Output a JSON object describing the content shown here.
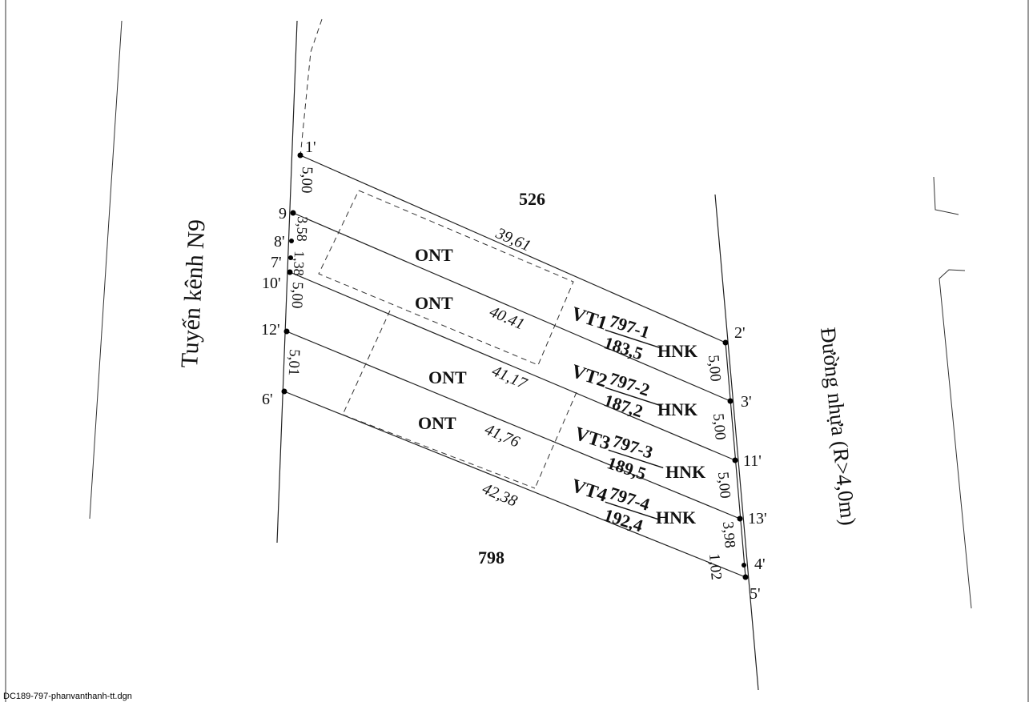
{
  "filename": "DC189-797-phanvanthanh-tt.dgn",
  "roads": {
    "left": "Tuyến kênh N9",
    "right": "Đường nhựa (R>4,0m)"
  },
  "neighbors": {
    "north": "526",
    "south": "798"
  },
  "points": {
    "p1": "1'",
    "p9": "9",
    "p8": "8'",
    "p7": "7'",
    "p10": "10'",
    "p12": "12'",
    "p6": "6'",
    "p2": "2'",
    "p3": "3'",
    "p11": "11'",
    "p13": "13'",
    "p4": "4'",
    "p5": "5'"
  },
  "dimensions": {
    "d_1_9": "5,00",
    "d_9_8": "3,58",
    "d_7_10": "1,38",
    "d_10_12": "5,00",
    "d_12_6": "5,01",
    "d_2_3": "5,00",
    "d_3_11": "5,00",
    "d_11_13": "5,00",
    "d_13_4": "3,98",
    "d_4_5": "1,02",
    "len_1": "39,61",
    "len_2": "40.41",
    "len_3": "41,17",
    "len_4": "41,76",
    "len_5": "42,38"
  },
  "lots": [
    {
      "vt": "VT1",
      "code": "797-1",
      "area": "183,5",
      "land_use": "ONT",
      "farm_use": "HNK"
    },
    {
      "vt": "VT2",
      "code": "797-2",
      "area": "187,2",
      "land_use": "ONT",
      "farm_use": "HNK"
    },
    {
      "vt": "VT3",
      "code": "797-3",
      "area": "189,5",
      "land_use": "ONT",
      "farm_use": "HNK"
    },
    {
      "vt": "VT4",
      "code": "797-4",
      "area": "192,4",
      "land_use": "ONT",
      "farm_use": "HNK"
    }
  ]
}
